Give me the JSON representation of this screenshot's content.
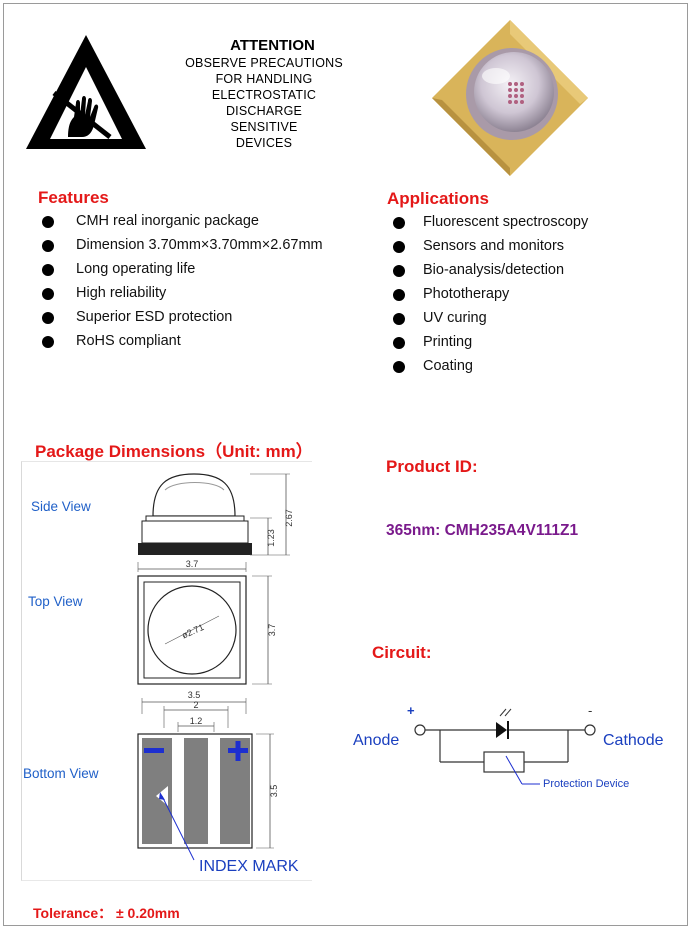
{
  "attention": {
    "title": "ATTENTION",
    "lines": [
      "OBSERVE PRECAUTIONS",
      "FOR HANDLING",
      "ELECTROSTATIC",
      "DISCHARGE",
      "SENSITIVE",
      "DEVICES"
    ]
  },
  "features": {
    "title": "Features",
    "items": [
      "CMH real inorganic package",
      "Dimension 3.70mm×3.70mm×2.67mm",
      "Long operating life",
      "High reliability",
      "Superior ESD protection",
      "RoHS compliant"
    ]
  },
  "applications": {
    "title": "Applications",
    "items": [
      "Fluorescent spectroscopy",
      "Sensors and monitors",
      "Bio-analysis/detection",
      "Phototherapy",
      "UV curing",
      "Printing",
      "Coating"
    ]
  },
  "package": {
    "title": "Package Dimensions（Unit: mm）",
    "side_view": "Side View",
    "top_view": "Top View",
    "bottom_view": "Bottom View",
    "dim_267": "2.67",
    "dim_123": "1.23",
    "dim_37_top": "3.7",
    "dim_37_side": "3.7",
    "dim_271": "ø2.71",
    "dim_35_top": "3.5",
    "dim_2": "2",
    "dim_12": "1.2",
    "dim_35_side": "3.5",
    "index_mark": "INDEX MARK"
  },
  "product": {
    "label": "Product ID:",
    "value": "365nm: CMH235A4V111Z1"
  },
  "circuit": {
    "label": "Circuit:",
    "anode": "Anode",
    "cathode": "Cathode",
    "plus": "+",
    "minus": "-",
    "protection": "Protection Device"
  },
  "tolerance": "Tolerance： ± 0.20mm",
  "colors": {
    "heading_red": "#e41818",
    "view_blue": "#2060c8",
    "product_purple": "#7a1a8c",
    "led_gold": "#d9b45a"
  },
  "icons": [
    "esd-warning-icon",
    "led-package-photo",
    "diode-icon"
  ]
}
